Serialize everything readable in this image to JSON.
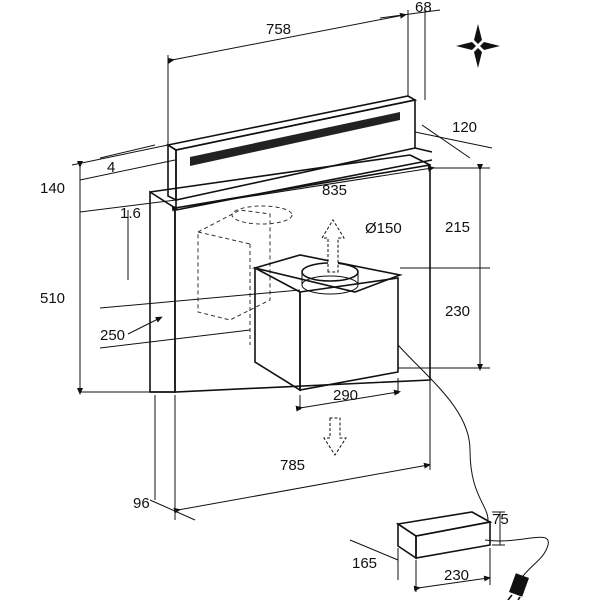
{
  "dimensions": {
    "width_top": "758",
    "offset_top": "68",
    "depth_trim": "120",
    "gap": "4",
    "top_height": "140",
    "lip": "1.6",
    "span": "835",
    "duct_offset": "215",
    "duct_diameter": "Ø150",
    "height": "510",
    "motor_height": "230",
    "depth": "250",
    "motor_width": "290",
    "base_width": "785",
    "base_depth": "96",
    "box_height": "75",
    "box_depth": "165",
    "box_width": "230"
  },
  "icons": {
    "compass": "compass-rose-icon",
    "air_up": "airflow-up-arrow-icon",
    "air_down": "airflow-down-arrow-icon",
    "plug": "power-plug-icon"
  }
}
